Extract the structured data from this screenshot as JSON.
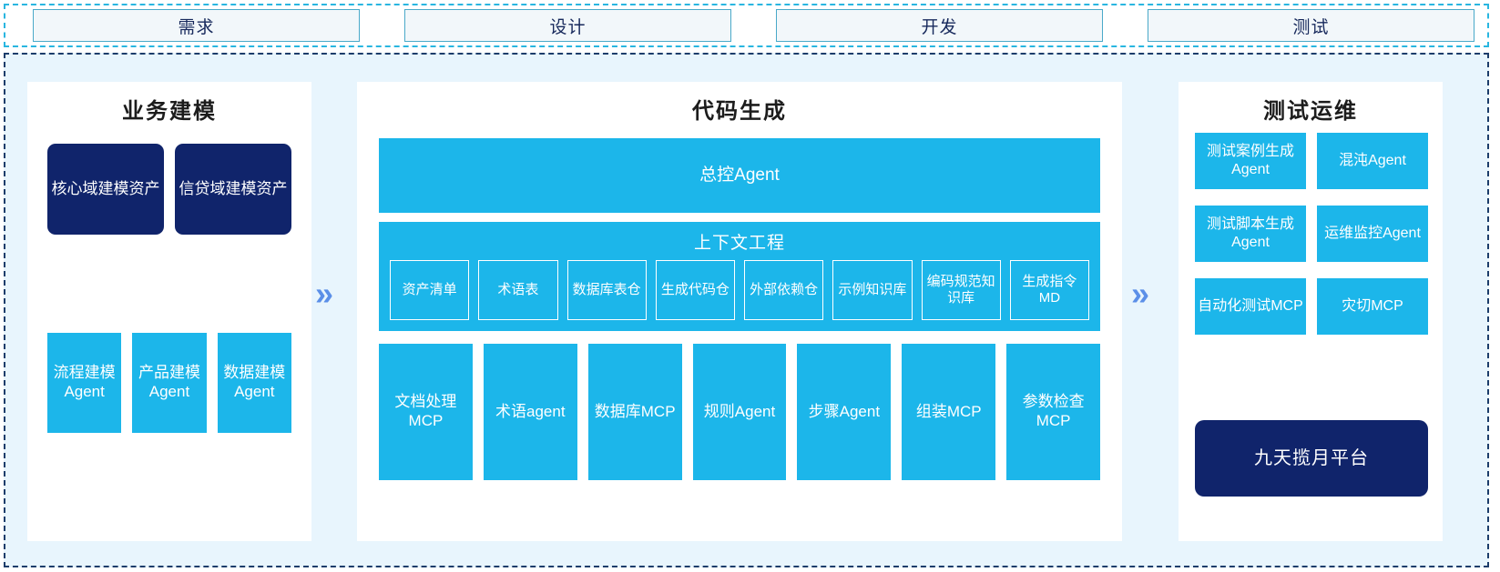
{
  "phases": {
    "items": [
      {
        "label": "需求"
      },
      {
        "label": "设计"
      },
      {
        "label": "开发"
      },
      {
        "label": "测试"
      }
    ]
  },
  "flow": {
    "chevron_glyph": "»"
  },
  "colors": {
    "accent_blue": "#1CB6EA",
    "navy": "#10246B",
    "panel_bg": "#FFFFFF",
    "canvas_bg": "#E8F5FD",
    "phase_border": "#4AA9C9",
    "chevron": "#5B8FE8"
  },
  "business_panel": {
    "title": "业务建模",
    "assets": [
      {
        "label": "核心域建模资产"
      },
      {
        "label": "信贷域建模资产"
      }
    ],
    "agents": [
      {
        "label": "流程建模Agent"
      },
      {
        "label": "产品建模Agent"
      },
      {
        "label": "数据建模Agent"
      }
    ]
  },
  "code_panel": {
    "title": "代码生成",
    "master_agent": "总控Agent",
    "context": {
      "title": "上下文工程",
      "items": [
        {
          "label": "资产清单"
        },
        {
          "label": "术语表"
        },
        {
          "label": "数据库表仓"
        },
        {
          "label": "生成代码仓"
        },
        {
          "label": "外部依赖仓"
        },
        {
          "label": "示例知识库"
        },
        {
          "label": "编码规范知识库"
        },
        {
          "label": "生成指令MD"
        }
      ]
    },
    "tools": [
      {
        "label": "文档处理MCP"
      },
      {
        "label": "术语agent"
      },
      {
        "label": "数据库MCP"
      },
      {
        "label": "规则Agent"
      },
      {
        "label": "步骤Agent"
      },
      {
        "label": "组装MCP"
      },
      {
        "label": "参数检查MCP"
      }
    ]
  },
  "test_panel": {
    "title": "测试运维",
    "items": [
      {
        "label": "测试案例生成Agent"
      },
      {
        "label": "混沌Agent"
      },
      {
        "label": "测试脚本生成Agent"
      },
      {
        "label": "运维监控Agent"
      },
      {
        "label": "自动化测试MCP"
      },
      {
        "label": "灾切MCP"
      }
    ],
    "platform": "九天揽月平台"
  }
}
